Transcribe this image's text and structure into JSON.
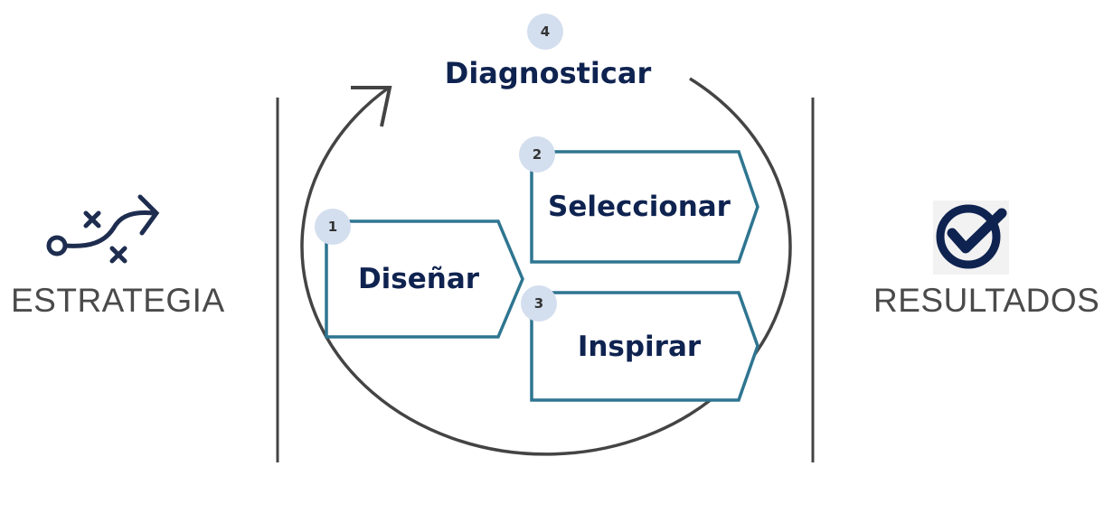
{
  "left": {
    "label": "ESTRATEGIA",
    "icon": "strategy-play-icon"
  },
  "right": {
    "label": "RESULTADOS",
    "icon": "check-circle-icon"
  },
  "cycle": {
    "steps": [
      {
        "number": "1",
        "label": "Diseñar"
      },
      {
        "number": "2",
        "label": "Seleccionar"
      },
      {
        "number": "3",
        "label": "Inspirar"
      },
      {
        "number": "4",
        "label": "Diagnosticar"
      }
    ]
  },
  "colors": {
    "navy": "#0f2350",
    "teal_outline": "#2e7590",
    "badge": "#d3deee",
    "line": "#444444"
  }
}
